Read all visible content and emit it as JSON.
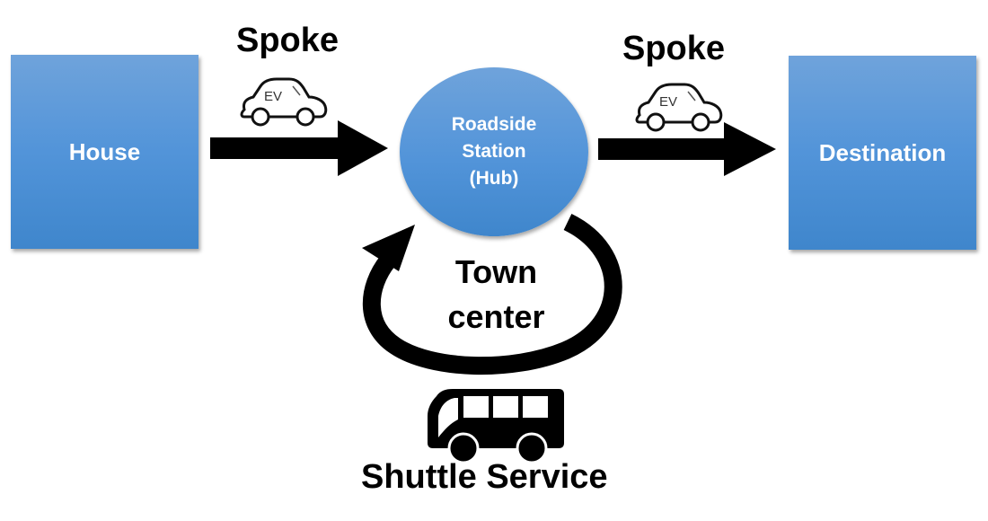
{
  "diagram": {
    "title": "Hub-and-spoke EV mobility model",
    "nodes": {
      "house": "House",
      "hub_lines": [
        "Roadside",
        "Station",
        "(Hub)"
      ],
      "destination": "Destination"
    },
    "spoke_left_label": "Spoke",
    "spoke_right_label": "Spoke",
    "ev_badge": "EV",
    "loop_label_lines": [
      "Town",
      "center"
    ],
    "shuttle_label": "Shuttle Service",
    "colors": {
      "node_fill": "#5294d9",
      "node_text": "#ffffff",
      "arrow": "#000000"
    }
  }
}
